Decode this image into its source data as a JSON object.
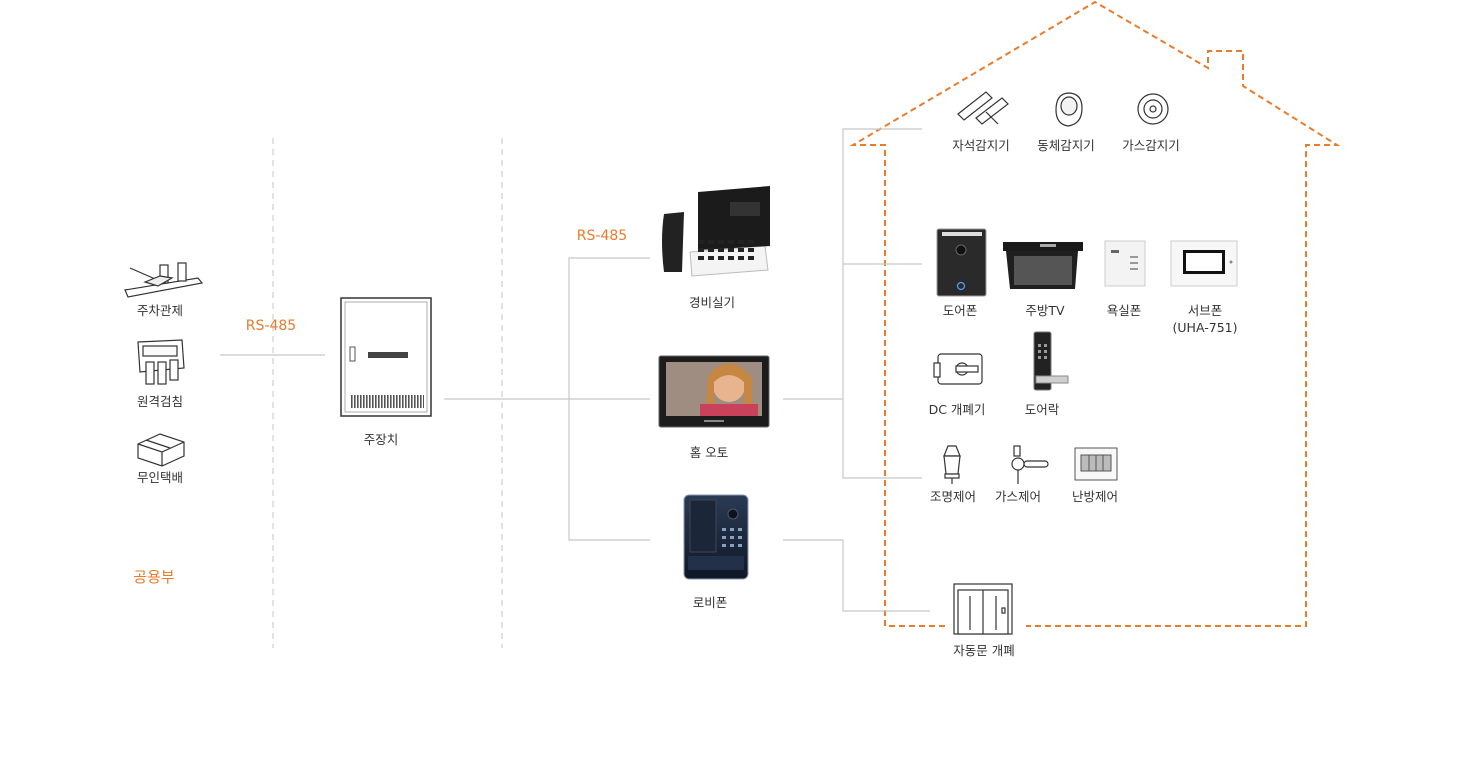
{
  "colors": {
    "accent": "#ea7b2a",
    "line": "#c8c8c8",
    "divider": "#cfcfcf"
  },
  "labels": {
    "rs485_left": "RS-485",
    "rs485_right": "RS-485",
    "common_area": "공용부",
    "parking": "주차관제",
    "remote_meter": "원격검침",
    "unmanned_delivery": "무인택배",
    "main_controller": "주장치",
    "security_station": "경비실기",
    "home_auto": "홈 오토",
    "lobby_phone": "로비폰",
    "magnetic_sensor": "자석감지기",
    "motion_sensor": "동체감지기",
    "gas_sensor": "가스감지기",
    "door_phone": "도어폰",
    "kitchen_tv": "주방TV",
    "bath_phone": "욕실폰",
    "sub_phone": "서브폰",
    "sub_phone_model": "(UHA-751)",
    "dc_opener": "DC 개폐기",
    "door_lock": "도어락",
    "light_control": "조명제어",
    "gas_control": "가스제어",
    "heating_control": "난방제어",
    "auto_door": "자동문 개폐"
  }
}
